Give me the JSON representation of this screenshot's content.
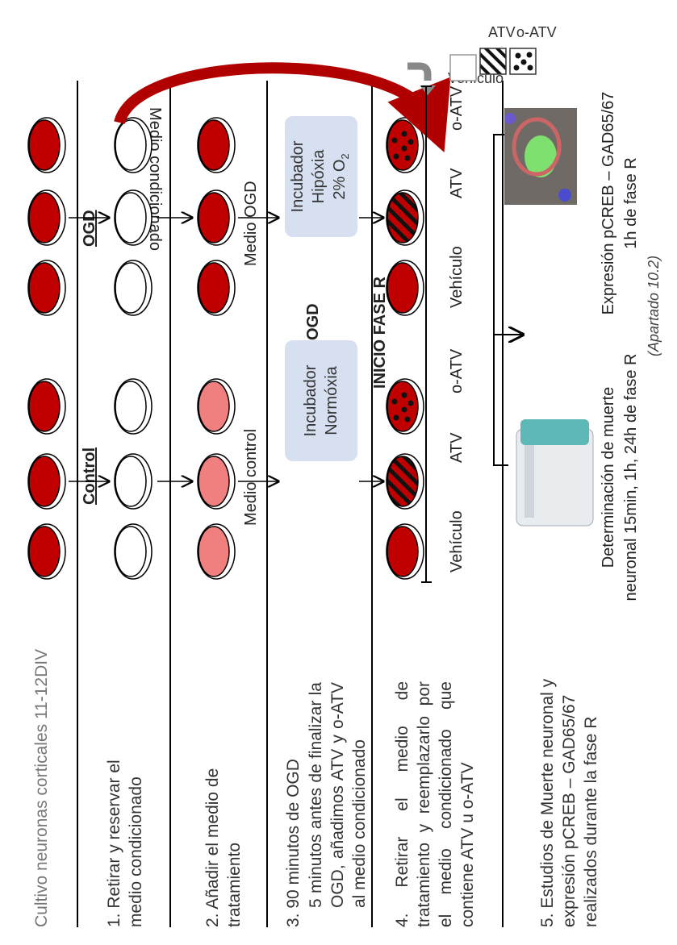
{
  "header": {
    "title": "Cultivo neuronas corticales 11-12DIV"
  },
  "steps": {
    "s1": "1. Retirar y reservar el medio condicionado",
    "s2": "2. Añadir el medio de tratamiento",
    "s3_title": "3. 90 minutos de OGD",
    "s3_body": "5 minutos antes de finalizar la OGD, añadimos ATV y o-ATV al medio condicionado",
    "s4": "4. Retirar el medio de tratamiento y reemplazarlo por el medio condicionado que contiene ATV u o-ATV",
    "s5": "5. Estudios de Muerte neuronal y expresión pCREB – GAD65/67 realizados durante la fase R"
  },
  "groups": {
    "control": "Control",
    "ogd": "OGD"
  },
  "media": {
    "control": "Medio control",
    "ogd": "Medio OGD"
  },
  "phase": {
    "ogd": "OGD",
    "start_r": "INICIO FASE R"
  },
  "incubators": {
    "normoxia": [
      "Incubador",
      "Normóxia"
    ],
    "hypoxia": [
      "Incubador",
      "Hipóxia",
      "2% O",
      "2"
    ]
  },
  "treatments": {
    "vehicle": "Vehículo",
    "atv": "ATV",
    "oatv": "o-ATV"
  },
  "conditioned_medium": "Medio condicionado",
  "legend": {
    "vehicle": "Vehículo",
    "atv": "ATV",
    "oatv": "o-ATV"
  },
  "results": {
    "death": [
      "Determinación de muerte",
      "neuronal 15min, 1h, 24h de fase R"
    ],
    "expression": [
      "Expresión pCREB – GAD65/67",
      "1h de fase R"
    ],
    "section": "(Apartado 10.2)"
  },
  "colors": {
    "red": "#c00000",
    "pink": "#f08080",
    "box": "#d6e0f0"
  }
}
